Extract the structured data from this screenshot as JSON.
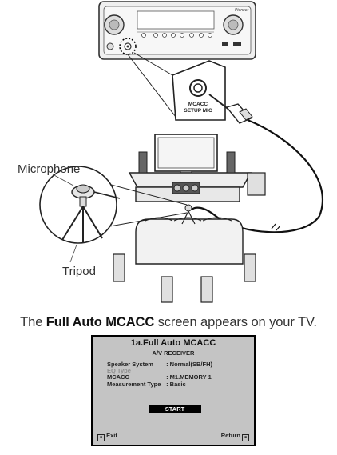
{
  "diagram": {
    "receiver_brand": "Pioneer",
    "mic_jack_label_line1": "MCACC",
    "mic_jack_label_line2": "SETUP MIC",
    "microphone_label": "Microphone",
    "tripod_label": "Tripod"
  },
  "caption": {
    "prefix": "The ",
    "bold": "Full Auto MCACC",
    "suffix": " screen appears on your TV."
  },
  "osd": {
    "title": "1a.Full Auto MCACC",
    "subtitle": "A/V RECEIVER",
    "rows": [
      {
        "key": "Speaker System",
        "sep": " : ",
        "value": "Normal(SB/FH)"
      },
      {
        "key": "EQ Type",
        "sep": "",
        "value": ""
      },
      {
        "key": "MCACC",
        "sep": " : ",
        "value": "M1.MEMORY 1"
      },
      {
        "key": "Measurement Type",
        "sep": " : ",
        "value": "Basic"
      }
    ],
    "start_label": "START",
    "exit_label": "Exit",
    "return_label": "Return"
  }
}
